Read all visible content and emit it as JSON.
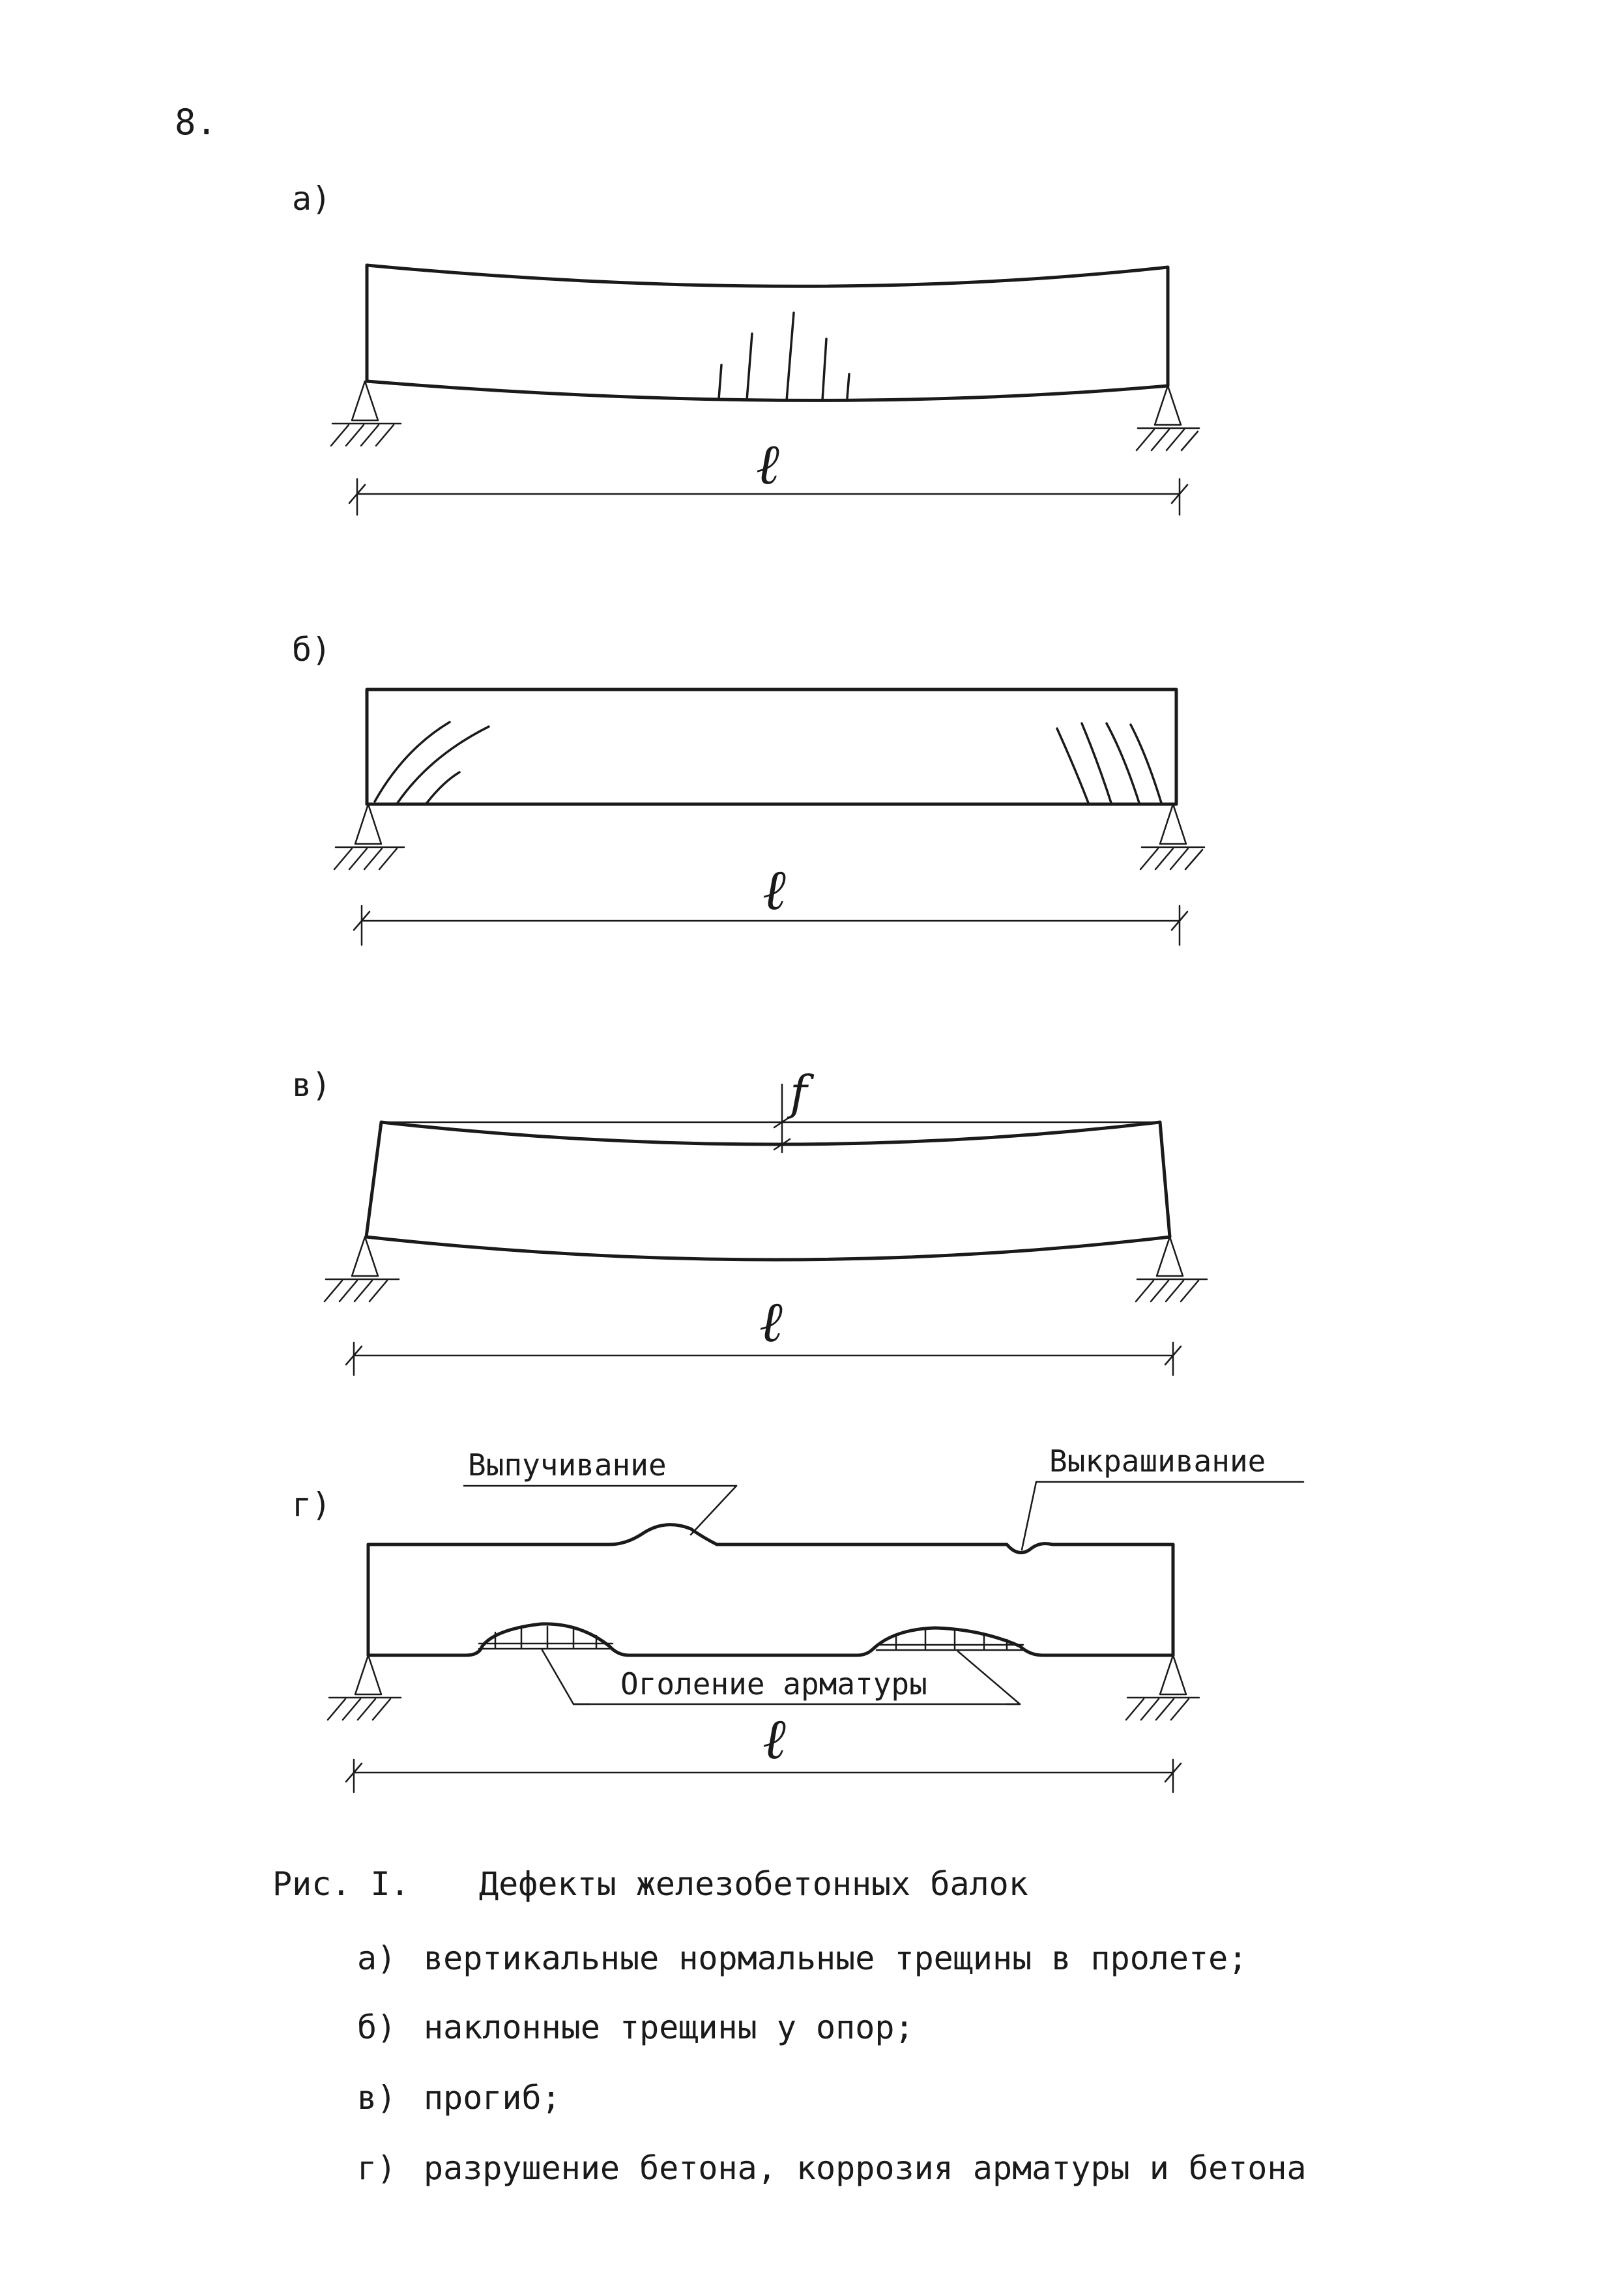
{
  "page_number": "8.",
  "panels": [
    {
      "label": "а)",
      "span_symbol": "ℓ"
    },
    {
      "label": "б)",
      "span_symbol": "ℓ"
    },
    {
      "label": "в)",
      "span_symbol": "ℓ",
      "deflection_symbol": "f"
    },
    {
      "label": "г)",
      "span_symbol": "ℓ",
      "callouts": {
        "buckling": "Выпучивание",
        "spalling": "Выкрашивание",
        "exposed_rebar": "Оголение арматуры"
      }
    }
  ],
  "caption": {
    "number": "Рис. I.",
    "title": "Дефекты железобетонных балок",
    "items": [
      {
        "marker": "а)",
        "text": "вертикальные нормальные трещины в пролете;"
      },
      {
        "marker": "б)",
        "text": "наклонные трещины у опор;"
      },
      {
        "marker": "в)",
        "text": "прогиб;"
      },
      {
        "marker": "г)",
        "text": "разрушение бетона, коррозия арматуры и бетона"
      }
    ]
  }
}
